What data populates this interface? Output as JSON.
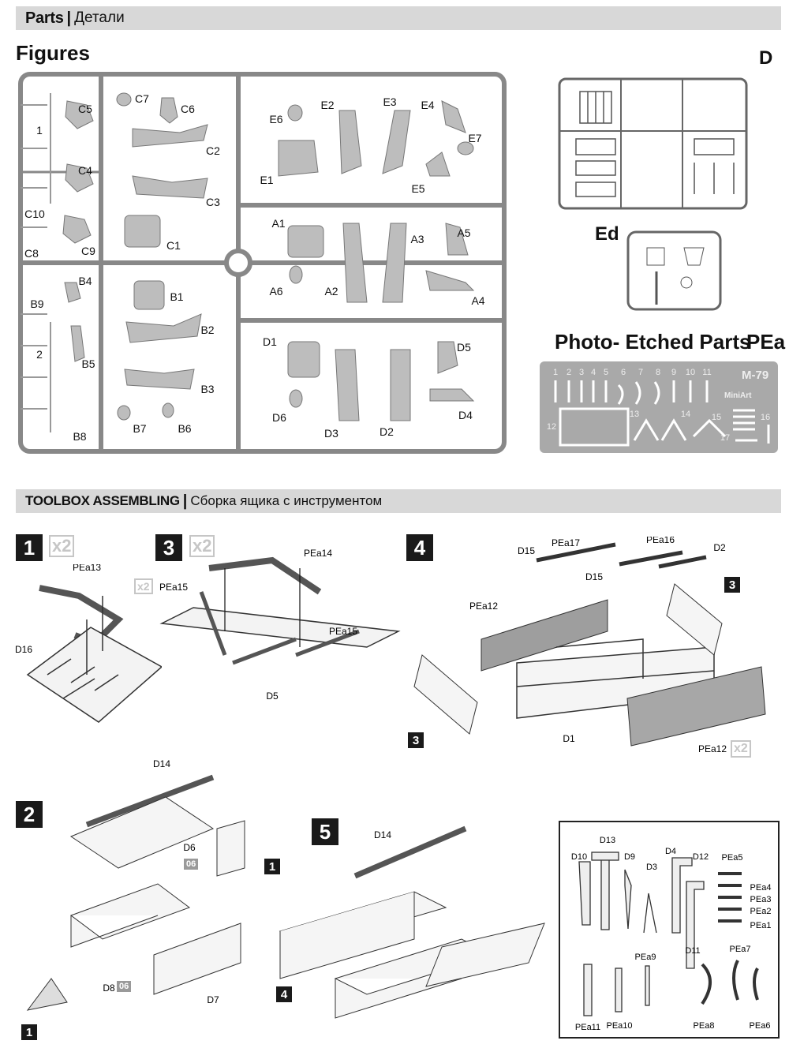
{
  "header1": {
    "title_en": "Parts",
    "sep": "|",
    "title_ru": "Детали"
  },
  "figures_heading": "Figures",
  "sprue_d_label": "D",
  "sprue_ed_label": "Ed",
  "pe_heading": "Photo- Etched Parts",
  "pe_code": "PEa",
  "pe_fret": {
    "model": "M-79",
    "brand": "MiniArt",
    "numbers": [
      "1",
      "2",
      "3",
      "4",
      "5",
      "6",
      "7",
      "8",
      "9",
      "10",
      "11",
      "12",
      "13",
      "14",
      "15",
      "16",
      "17"
    ]
  },
  "figure_sprue_labels": {
    "c": [
      "C5",
      "C7",
      "C6",
      "C2",
      "C4",
      "C3",
      "C10",
      "C9",
      "C8",
      "C1"
    ],
    "frame_numbers": [
      "1",
      "2"
    ],
    "b": [
      "B4",
      "B9",
      "B1",
      "B2",
      "B5",
      "B3",
      "B8",
      "B7",
      "B6"
    ],
    "e": [
      "E6",
      "E2",
      "E3",
      "E4",
      "E7",
      "E1",
      "E5"
    ],
    "a": [
      "A1",
      "A3",
      "A5",
      "A6",
      "A2",
      "A4"
    ],
    "d": [
      "D1",
      "D5",
      "D6",
      "D4",
      "D3",
      "D2"
    ]
  },
  "header2": {
    "title_en": "TOOLBOX ASSEMBLING",
    "sep": "|",
    "title_ru": "Сборка ящика с инструментом"
  },
  "steps": {
    "s1": {
      "num": "1",
      "mult": "x2",
      "labels": [
        "PEa13",
        "D16"
      ]
    },
    "s3": {
      "num": "3",
      "mult": "x2",
      "mult_small": "x2",
      "labels": [
        "PEa14",
        "PEa15",
        "PEa15",
        "D5"
      ]
    },
    "s4": {
      "num": "4",
      "ref": "3",
      "labels": [
        "D15",
        "PEa17",
        "PEa16",
        "D2",
        "D15",
        "PEa12",
        "D1",
        "PEa12"
      ],
      "mult": "x2"
    },
    "s2": {
      "num": "2",
      "ref": "1",
      "labels": [
        "D14",
        "D6",
        "D8",
        "D7"
      ],
      "tag": "06"
    },
    "s5": {
      "num": "5",
      "ref": "4",
      "labels": [
        "D14"
      ]
    }
  },
  "tools": {
    "labels": [
      "D13",
      "D10",
      "D9",
      "D4",
      "D12",
      "PEa5",
      "D3",
      "PEa4",
      "PEa3",
      "PEa2",
      "PEa1",
      "D11",
      "PEa9",
      "PEa7",
      "PEa11",
      "PEa10",
      "PEa8",
      "PEa6"
    ]
  }
}
